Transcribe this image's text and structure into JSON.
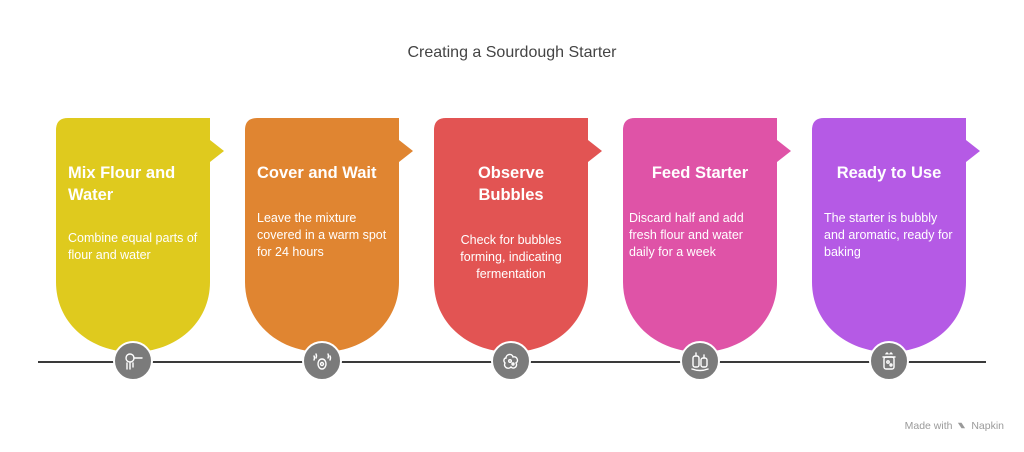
{
  "title": "Creating a Sourdough Starter",
  "steps": [
    {
      "title": "Mix Flour and Water",
      "description": "Combine equal parts of flour and water",
      "color": "#dfca1e",
      "icon": "measuring-spoon-icon"
    },
    {
      "title": "Cover and Wait",
      "description": "Leave the mixture covered in a warm spot for 24 hours",
      "color": "#e08531",
      "icon": "warm-spot-icon"
    },
    {
      "title": "Observe Bubbles",
      "description": "Check for bubbles forming, indicating fermentation",
      "color": "#e25453",
      "icon": "bubbles-icon"
    },
    {
      "title": "Feed Starter",
      "description": "Discard half and add fresh flour and water daily for a week",
      "color": "#df53a7",
      "icon": "feed-cycle-icon"
    },
    {
      "title": "Ready to Use",
      "description": "The starter is bubbly and aromatic, ready for baking",
      "color": "#b55ae5",
      "icon": "starter-jar-icon"
    }
  ],
  "footer": {
    "made_with": "Made with",
    "brand": "Napkin"
  }
}
